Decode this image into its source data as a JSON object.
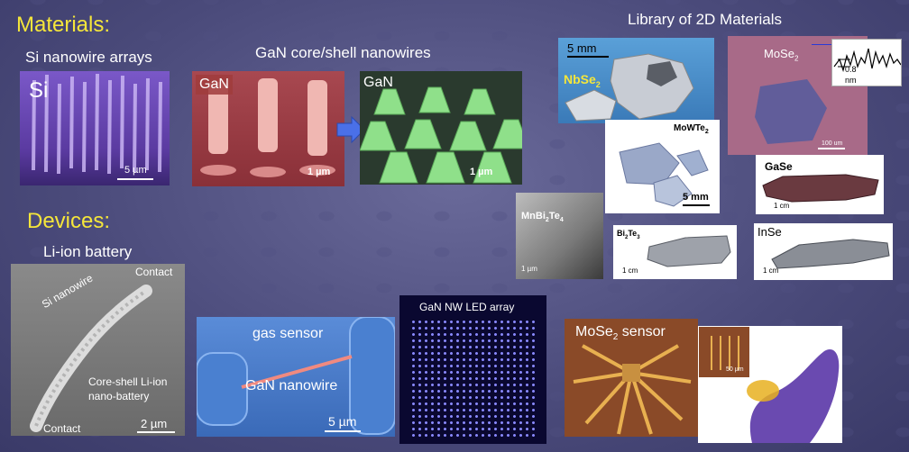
{
  "headers": {
    "materials": "Materials:",
    "devices": "Devices:"
  },
  "captions": {
    "si_arrays": "Si nanowire arrays",
    "gan_core_shell": "GaN core/shell nanowires",
    "library_2d": "Library of 2D Materials",
    "li_ion": "Li-ion battery"
  },
  "panels": {
    "si": {
      "tag": "Si",
      "scale": "5 µm"
    },
    "gan_left": {
      "tag": "GaN",
      "scale": "1 µm"
    },
    "gan_right": {
      "tag": "GaN",
      "scale": "1 µm"
    },
    "nbse2": {
      "name": "NbSe",
      "sub": "2",
      "scale": "5 mm"
    },
    "mose2": {
      "name": "MoSe",
      "sub": "2",
      "inset_label": "0.8",
      "inset_unit": "nm",
      "scale": "100 um"
    },
    "mowte2": {
      "name": "MoWTe",
      "sub": "2",
      "scale": "5 mm"
    },
    "gase": {
      "name": "GaSe",
      "scale": "1 cm"
    },
    "mnbi2te4": {
      "name": "MnBi",
      "sub": "2",
      "name2": "Te",
      "sub2": "4",
      "scale": "1 µm"
    },
    "bi2te3": {
      "name": "Bi",
      "sub": "2",
      "name2": "Te",
      "sub2": "3",
      "scale": "1 cm"
    },
    "inse": {
      "name": "InSe",
      "scale": "1 cm"
    },
    "battery": {
      "contact_top": "Contact",
      "si_nanowire": "Si nanowire",
      "core_shell": "Core-shell Li-ion",
      "core_shell2": "nano-battery",
      "contact_bottom": "Contact",
      "scale": "2 µm"
    },
    "gas": {
      "title": "gas sensor",
      "nanowire": "GaN nanowire",
      "scale": "5 µm"
    },
    "led": {
      "title": "GaN NW LED array"
    },
    "mose2_sensor": {
      "title": "MoSe",
      "sub": "2",
      "title2": " sensor",
      "inset_scale": "50 µm"
    }
  },
  "colors": {
    "header": "#f5e63a",
    "caption": "#ffffff",
    "background": "#4a4a7a"
  }
}
